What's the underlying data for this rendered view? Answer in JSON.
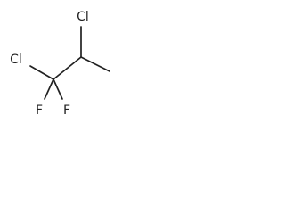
{
  "diagram": {
    "type": "skeletal-structure",
    "atoms": {
      "cl_top": "Cl",
      "cl_left": "Cl",
      "f_left": "F",
      "f_right": "F"
    },
    "colors": {
      "ink": "#222222",
      "background": "#ffffff"
    }
  }
}
